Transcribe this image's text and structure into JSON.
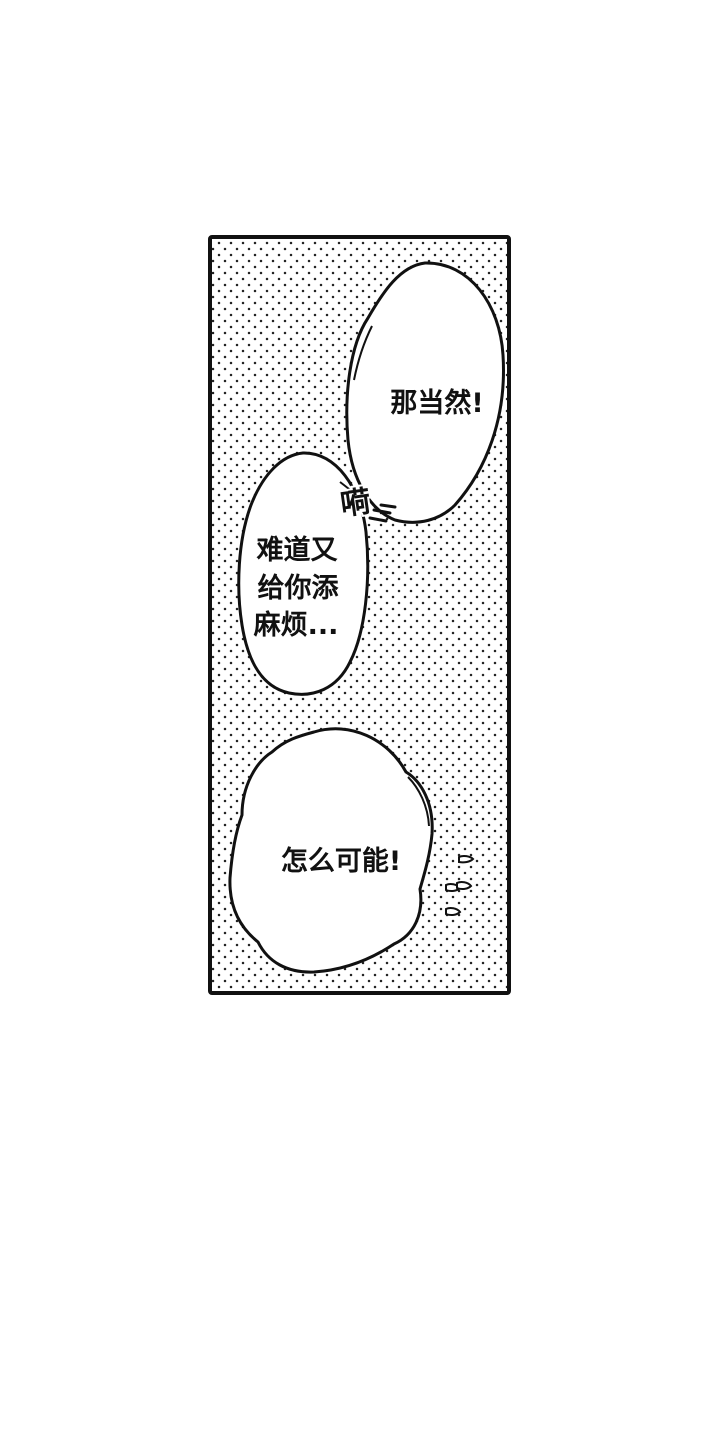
{
  "panel": {
    "background_color": "#ffffff",
    "border_color": "#111111",
    "dot_color": "#222222"
  },
  "bubbles": {
    "top": {
      "text": "那当然!"
    },
    "middle": {
      "lines": [
        "难道又",
        "给你添",
        "麻烦..."
      ]
    },
    "bottom": {
      "text": "怎么可能!"
    }
  },
  "sfx": {
    "text": "嗬"
  }
}
